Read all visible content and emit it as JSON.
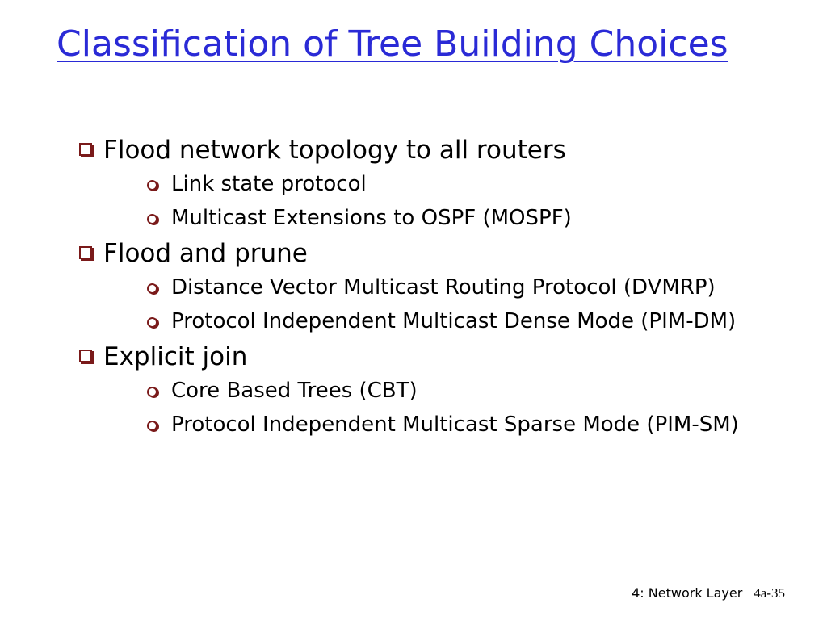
{
  "slide": {
    "title": "Classification of Tree Building Choices",
    "bullets": [
      {
        "text": "Flood network topology to all routers",
        "subitems": [
          "Link state protocol",
          "Multicast Extensions to OSPF (MOSPF)"
        ]
      },
      {
        "text": "Flood and prune",
        "subitems": [
          "Distance Vector Multicast Routing Protocol (DVMRP)",
          "Protocol Independent Multicast Dense Mode (PIM-DM)"
        ]
      },
      {
        "text": "Explicit join",
        "subitems": [
          "Core Based Trees (CBT)",
          "Protocol Independent Multicast Sparse Mode (PIM-SM)"
        ]
      }
    ],
    "footer": {
      "label": "4: Network Layer",
      "page": "4a-35"
    }
  },
  "colors": {
    "title": "#2a2ad6",
    "bullet": "#7a1a1a",
    "text": "#000000",
    "background": "#ffffff"
  },
  "icons": {
    "level1_bullet": "square-outline-icon",
    "level2_bullet": "circle-outline-icon"
  }
}
